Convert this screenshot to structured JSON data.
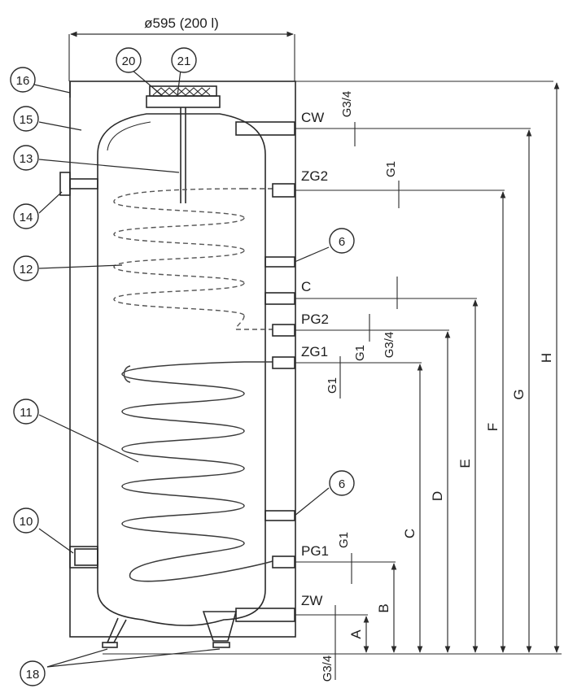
{
  "diagram": {
    "title": "ø595 (200 l)",
    "callouts": [
      "16",
      "15",
      "13",
      "14",
      "12",
      "20",
      "21",
      "6",
      "6",
      "11",
      "10",
      "18"
    ],
    "connections": [
      {
        "code": "CW",
        "thread": "G3/4"
      },
      {
        "code": "ZG2",
        "thread": "G1"
      },
      {
        "code": "C",
        "thread": "G3/4"
      },
      {
        "code": "PG2",
        "thread": "G1"
      },
      {
        "code": "ZG1",
        "thread": "G1"
      },
      {
        "code": "PG1",
        "thread": "G1"
      },
      {
        "code": "ZW",
        "thread": "G3/4"
      }
    ],
    "height_labels": [
      "A",
      "B",
      "C",
      "D",
      "E",
      "F",
      "G",
      "H"
    ]
  }
}
